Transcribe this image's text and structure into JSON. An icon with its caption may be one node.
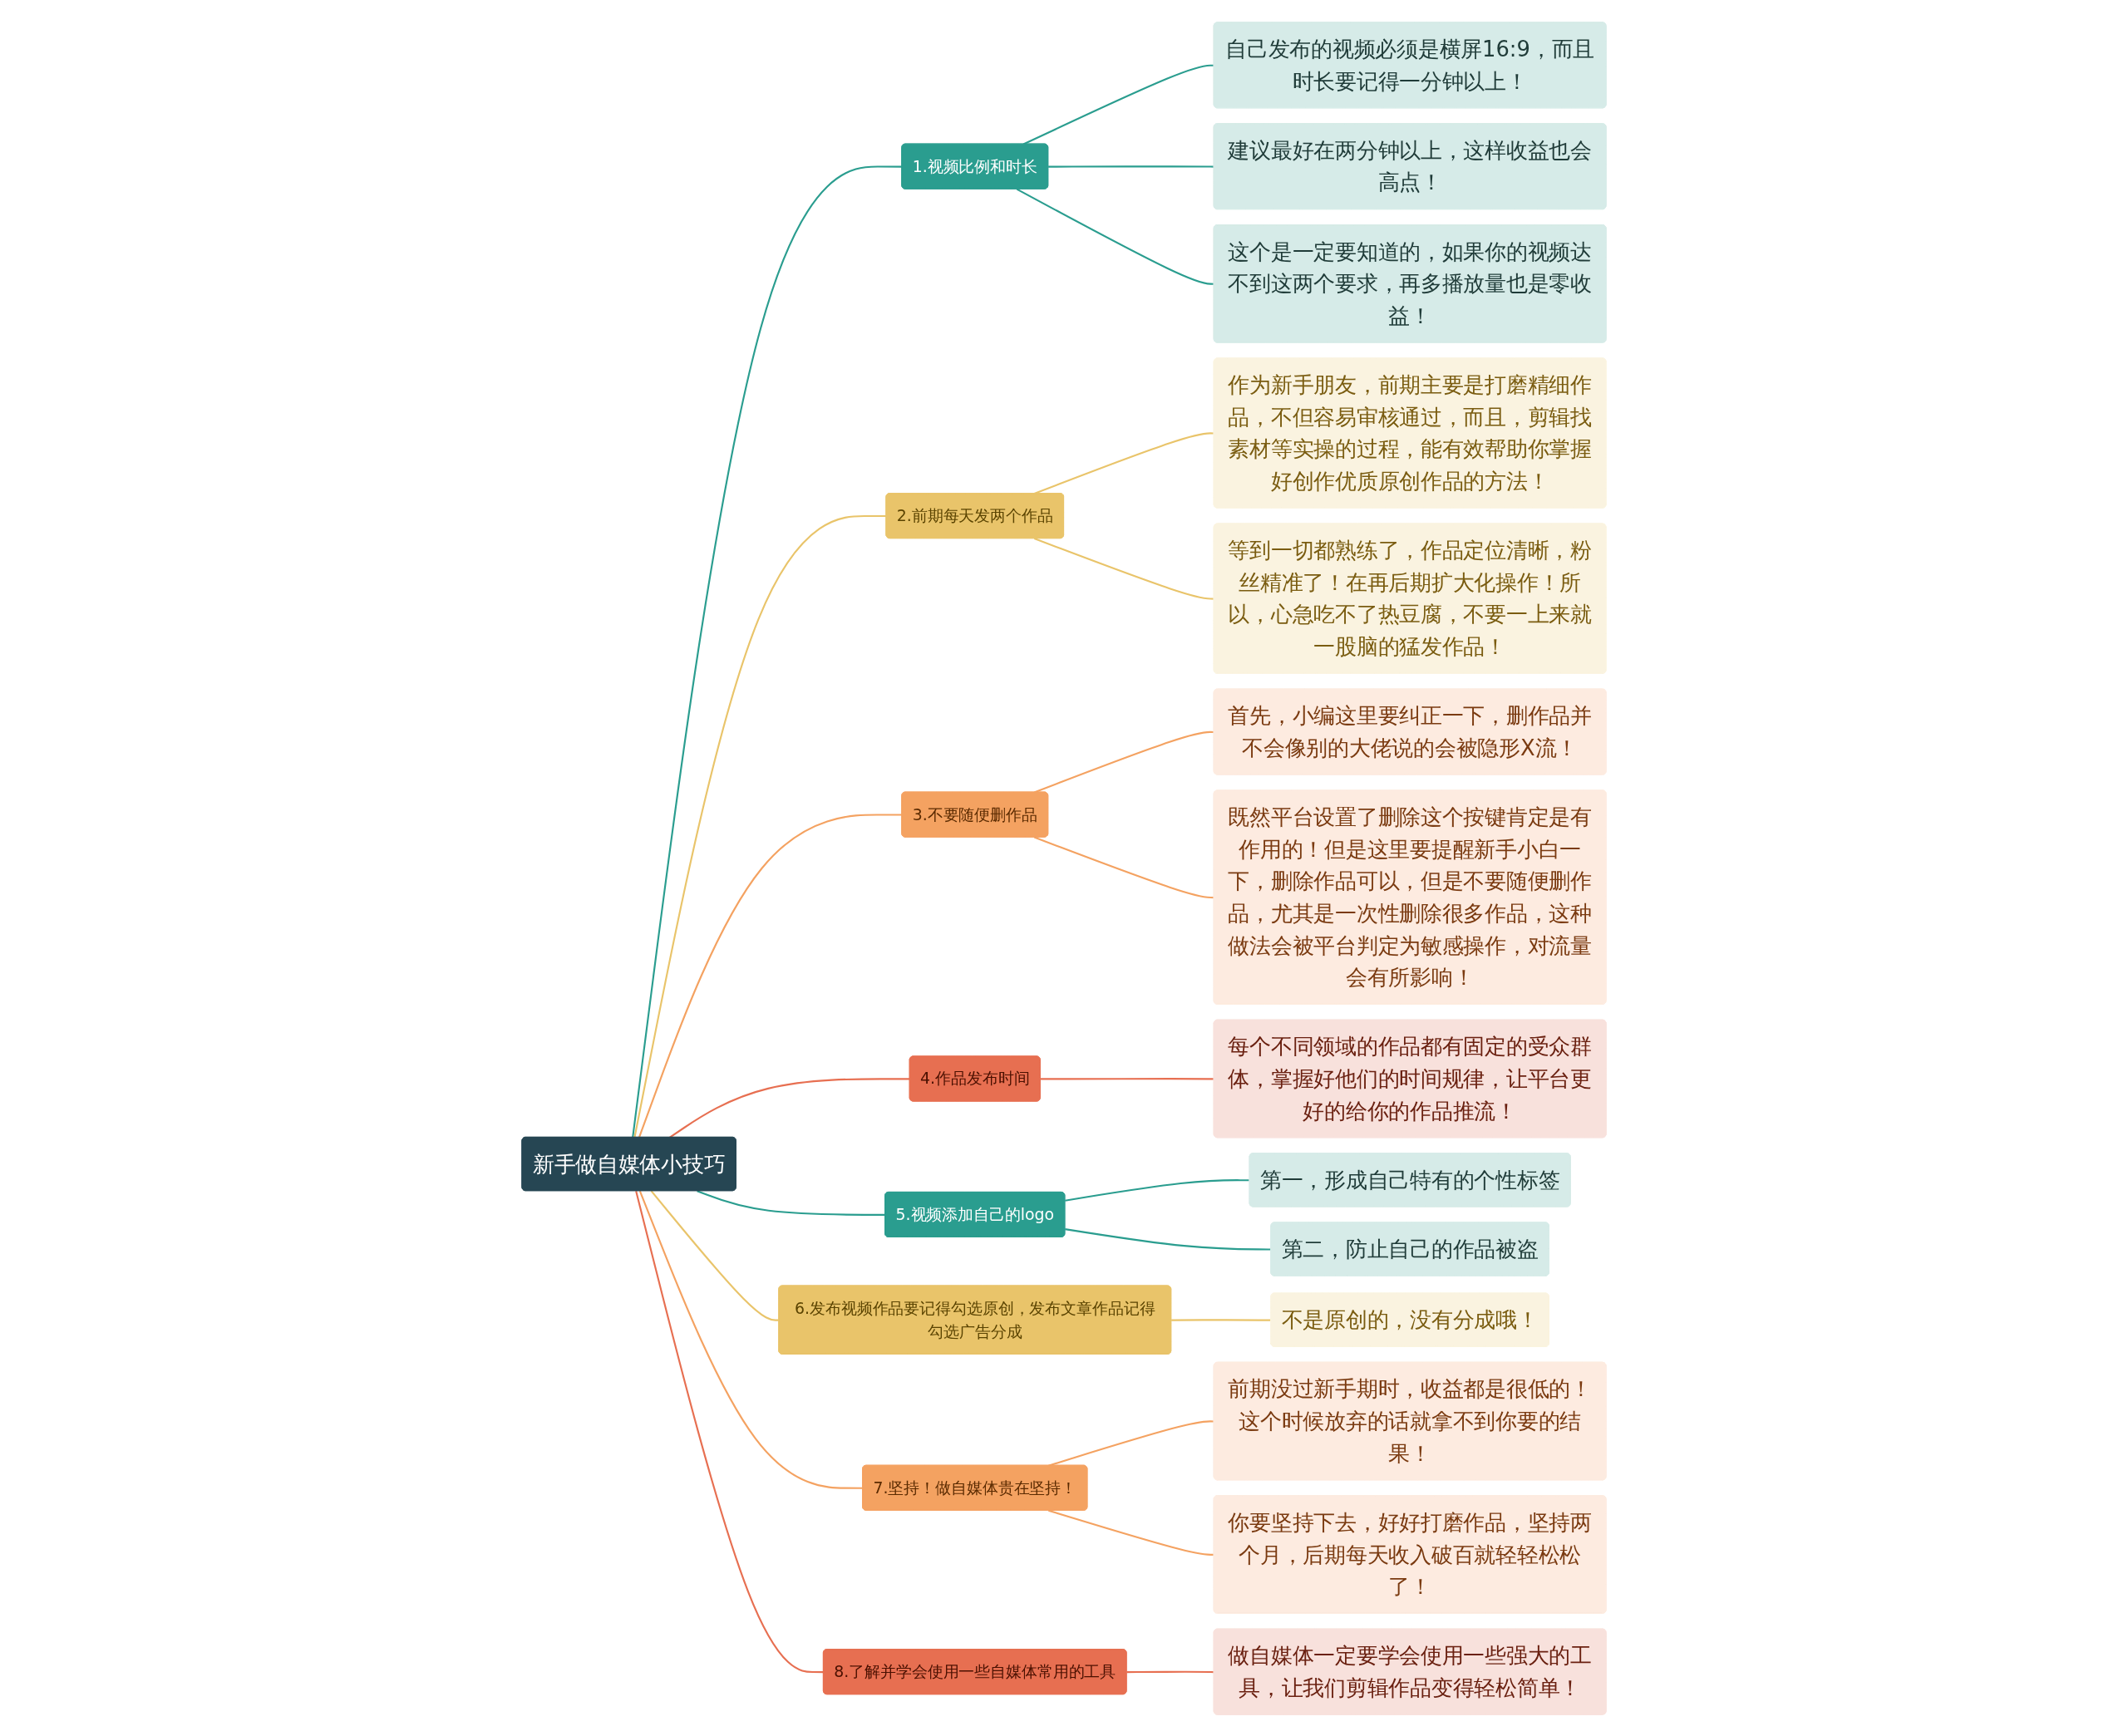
{
  "diagram": {
    "nodes": [
      {
        "text": [
          "新手做自媒体小技巧"
        ]
      },
      {
        "text": [
          "1.视频比例和时长"
        ]
      },
      {
        "text": [
          "自己发布的视频必须是横屏16:9，而且时长要记得一分钟以上！"
        ]
      },
      {
        "text": [
          "建议最好在两分钟以上，这样收益也会高点！"
        ]
      },
      {
        "text": [
          "这个是一定要知道的，如果你的视频达不到这两个要求，再多播放量也是零收益！"
        ]
      },
      {
        "text": [
          "2.前期每天发两个作品"
        ]
      },
      {
        "text": [
          "作为新手朋友，前期主要是打磨精细作品，不但容易审核通过，而且，剪辑找素材等实操的过程，能有效帮助你掌握好创作优质原创作品的方法！"
        ]
      },
      {
        "text": [
          "等到一切都熟练了，作品定位清晰，粉丝精准了！在再后期扩大化操作！所以，心急吃不了热豆腐，不要一上来就一股脑的猛发作品！"
        ]
      },
      {
        "text": [
          "3.不要随便删作品"
        ]
      },
      {
        "text": [
          "首先，小编这里要纠正一下，删作品并不会像别的大佬说的会被隐形X流！"
        ]
      },
      {
        "text": [
          "既然平台设置了删除这个按键肯定是有作用的！但是这里要提醒新手小白一下，删除作品可以，但是不要随便删作品，尤其是一次性删除很多作品，这种做法会被平台判定为敏感操作，对流量会有所影响！"
        ]
      },
      {
        "text": [
          "4.作品发布时间"
        ]
      },
      {
        "text": [
          "每个不同领域的作品都有固定的受众群体，掌握好他们的时间规律，让平台更好的给你的作品推流！"
        ]
      },
      {
        "text": [
          "5.视频添加自己的logo"
        ]
      },
      {
        "text": [
          "第一，形成自己特有的个性标签"
        ]
      },
      {
        "text": [
          "第二，防止自己的作品被盗"
        ]
      },
      {
        "text": [
          "6.发布视频作品要记得勾选原创，发布文章作品记得勾选广告分成"
        ]
      },
      {
        "text": [
          "不是原创的，没有分成哦！"
        ]
      },
      {
        "text": [
          "7.坚持！做自媒体贵在坚持！"
        ]
      },
      {
        "text": [
          "前期没过新手期时，收益都是很低的！这个时候放弃的话就拿不到你要的结果！"
        ]
      },
      {
        "text": [
          "你要坚持下去，好好打磨作品，坚持两个月，后期每天收入破百就轻轻松松了！"
        ]
      },
      {
        "text": [
          "8.了解并学会使用一些自媒体常用的工具"
        ]
      },
      {
        "text": [
          "做自媒体一定要学会使用一些强大的工具，让我们剪辑作品变得轻松简单！"
        ]
      }
    ],
    "edges": [
      {
        "from": 0,
        "to": 1,
        "arrow": "none",
        "color": "#2a9d8f"
      },
      {
        "from": 1,
        "to": 2,
        "arrow": "none",
        "color": "#2a9d8f"
      },
      {
        "from": 1,
        "to": 3,
        "arrow": "none",
        "color": "#2a9d8f"
      },
      {
        "from": 1,
        "to": 4,
        "arrow": "none",
        "color": "#2a9d8f"
      },
      {
        "from": 0,
        "to": 5,
        "arrow": "none",
        "color": "#e9c46a"
      },
      {
        "from": 5,
        "to": 6,
        "arrow": "none",
        "color": "#e9c46a"
      },
      {
        "from": 5,
        "to": 7,
        "arrow": "none",
        "color": "#e9c46a"
      },
      {
        "from": 0,
        "to": 8,
        "arrow": "none",
        "color": "#f4a261"
      },
      {
        "from": 8,
        "to": 9,
        "arrow": "none",
        "color": "#f4a261"
      },
      {
        "from": 8,
        "to": 10,
        "arrow": "none",
        "color": "#f4a261"
      },
      {
        "from": 0,
        "to": 11,
        "arrow": "none",
        "color": "#e76f51"
      },
      {
        "from": 11,
        "to": 12,
        "arrow": "none",
        "color": "#e76f51"
      },
      {
        "from": 0,
        "to": 13,
        "arrow": "none",
        "color": "#2a9d8f"
      },
      {
        "from": 13,
        "to": 14,
        "arrow": "none",
        "color": "#2a9d8f"
      },
      {
        "from": 13,
        "to": 15,
        "arrow": "none",
        "color": "#2a9d8f"
      },
      {
        "from": 0,
        "to": 16,
        "arrow": "none",
        "color": "#e9c46a"
      },
      {
        "from": 16,
        "to": 17,
        "arrow": "none",
        "color": "#e9c46a"
      },
      {
        "from": 0,
        "to": 18,
        "arrow": "none",
        "color": "#f4a261"
      },
      {
        "from": 18,
        "to": 19,
        "arrow": "none",
        "color": "#f4a261"
      },
      {
        "from": 18,
        "to": 20,
        "arrow": "none",
        "color": "#f4a261"
      },
      {
        "from": 0,
        "to": 21,
        "arrow": "none",
        "color": "#e76f51"
      },
      {
        "from": 21,
        "to": 22,
        "arrow": "none",
        "color": "#e76f51"
      }
    ]
  }
}
